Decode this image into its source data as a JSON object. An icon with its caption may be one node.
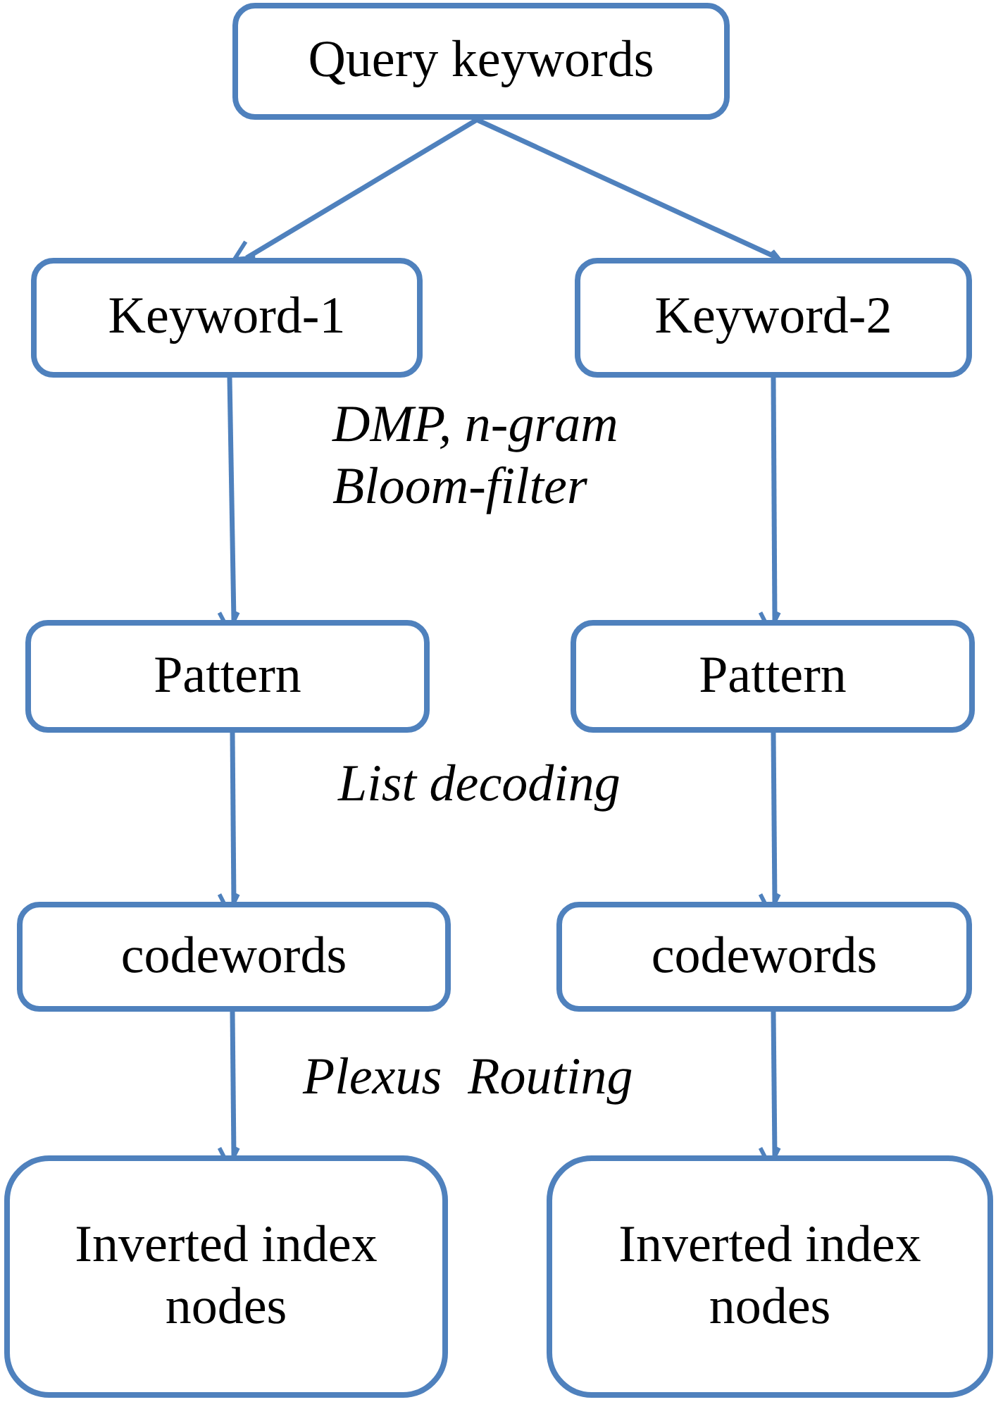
{
  "diagram": {
    "nodes": [
      {
        "text": [
          "Query keywords"
        ]
      },
      {
        "text": [
          "Keyword-1"
        ]
      },
      {
        "text": [
          "Keyword-2"
        ]
      },
      {
        "text": [
          "Pattern"
        ]
      },
      {
        "text": [
          "Pattern"
        ]
      },
      {
        "text": [
          "codewords"
        ]
      },
      {
        "text": [
          "codewords"
        ]
      },
      {
        "text": [
          "Inverted index nodes"
        ]
      },
      {
        "text": [
          "Inverted index nodes"
        ]
      }
    ],
    "edges": [
      {
        "from": 0,
        "to": 1,
        "arrow": "to"
      },
      {
        "from": 0,
        "to": 2,
        "arrow": "to"
      },
      {
        "from": 1,
        "to": 3,
        "arrow": "to"
      },
      {
        "from": 2,
        "to": 4,
        "arrow": "to"
      },
      {
        "from": 3,
        "to": 5,
        "arrow": "to"
      },
      {
        "from": 4,
        "to": 6,
        "arrow": "to"
      },
      {
        "from": 5,
        "to": 7,
        "arrow": "to"
      },
      {
        "from": 6,
        "to": 8,
        "arrow": "to"
      }
    ],
    "labels": [
      "DMP, n-gram Bloom-filter",
      "List decoding",
      "Plexus  Routing"
    ]
  }
}
